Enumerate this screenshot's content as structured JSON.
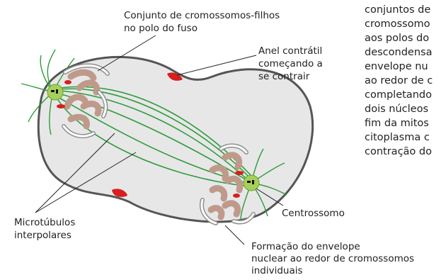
{
  "labels": {
    "daughter_chromosomes": [
      "Conjunto de cromossomos-filhos",
      "no polo do fuso"
    ],
    "contractile_ring": [
      "Anel contrátil",
      "começando a",
      "se contrair"
    ],
    "interpolar_microtubules": [
      "Microtúbulos",
      "interpolares"
    ],
    "centrosome": "Centrossomo",
    "nuclear_envelope": [
      "Formação do envelope",
      "nuclear ao redor de cromossomos",
      "individuais"
    ]
  },
  "side_text": [
    "conjuntos de",
    "cromossomo",
    "aos polos do",
    "descondensa",
    "envelope nu",
    "ao redor de c",
    "completando",
    "dois núcleos",
    "fim da mitos",
    "citoplasma c",
    "contração do"
  ],
  "colors": {
    "cell_fill": "#e7e7e8",
    "cell_outline": "#555555",
    "microtubule": "#2e9b3a",
    "centrosome": "#a6d05a",
    "chromosome": "#bf9a8b",
    "contractile_ring": "#d81e1e",
    "nuclear_envelope": "#8f8f8f"
  }
}
